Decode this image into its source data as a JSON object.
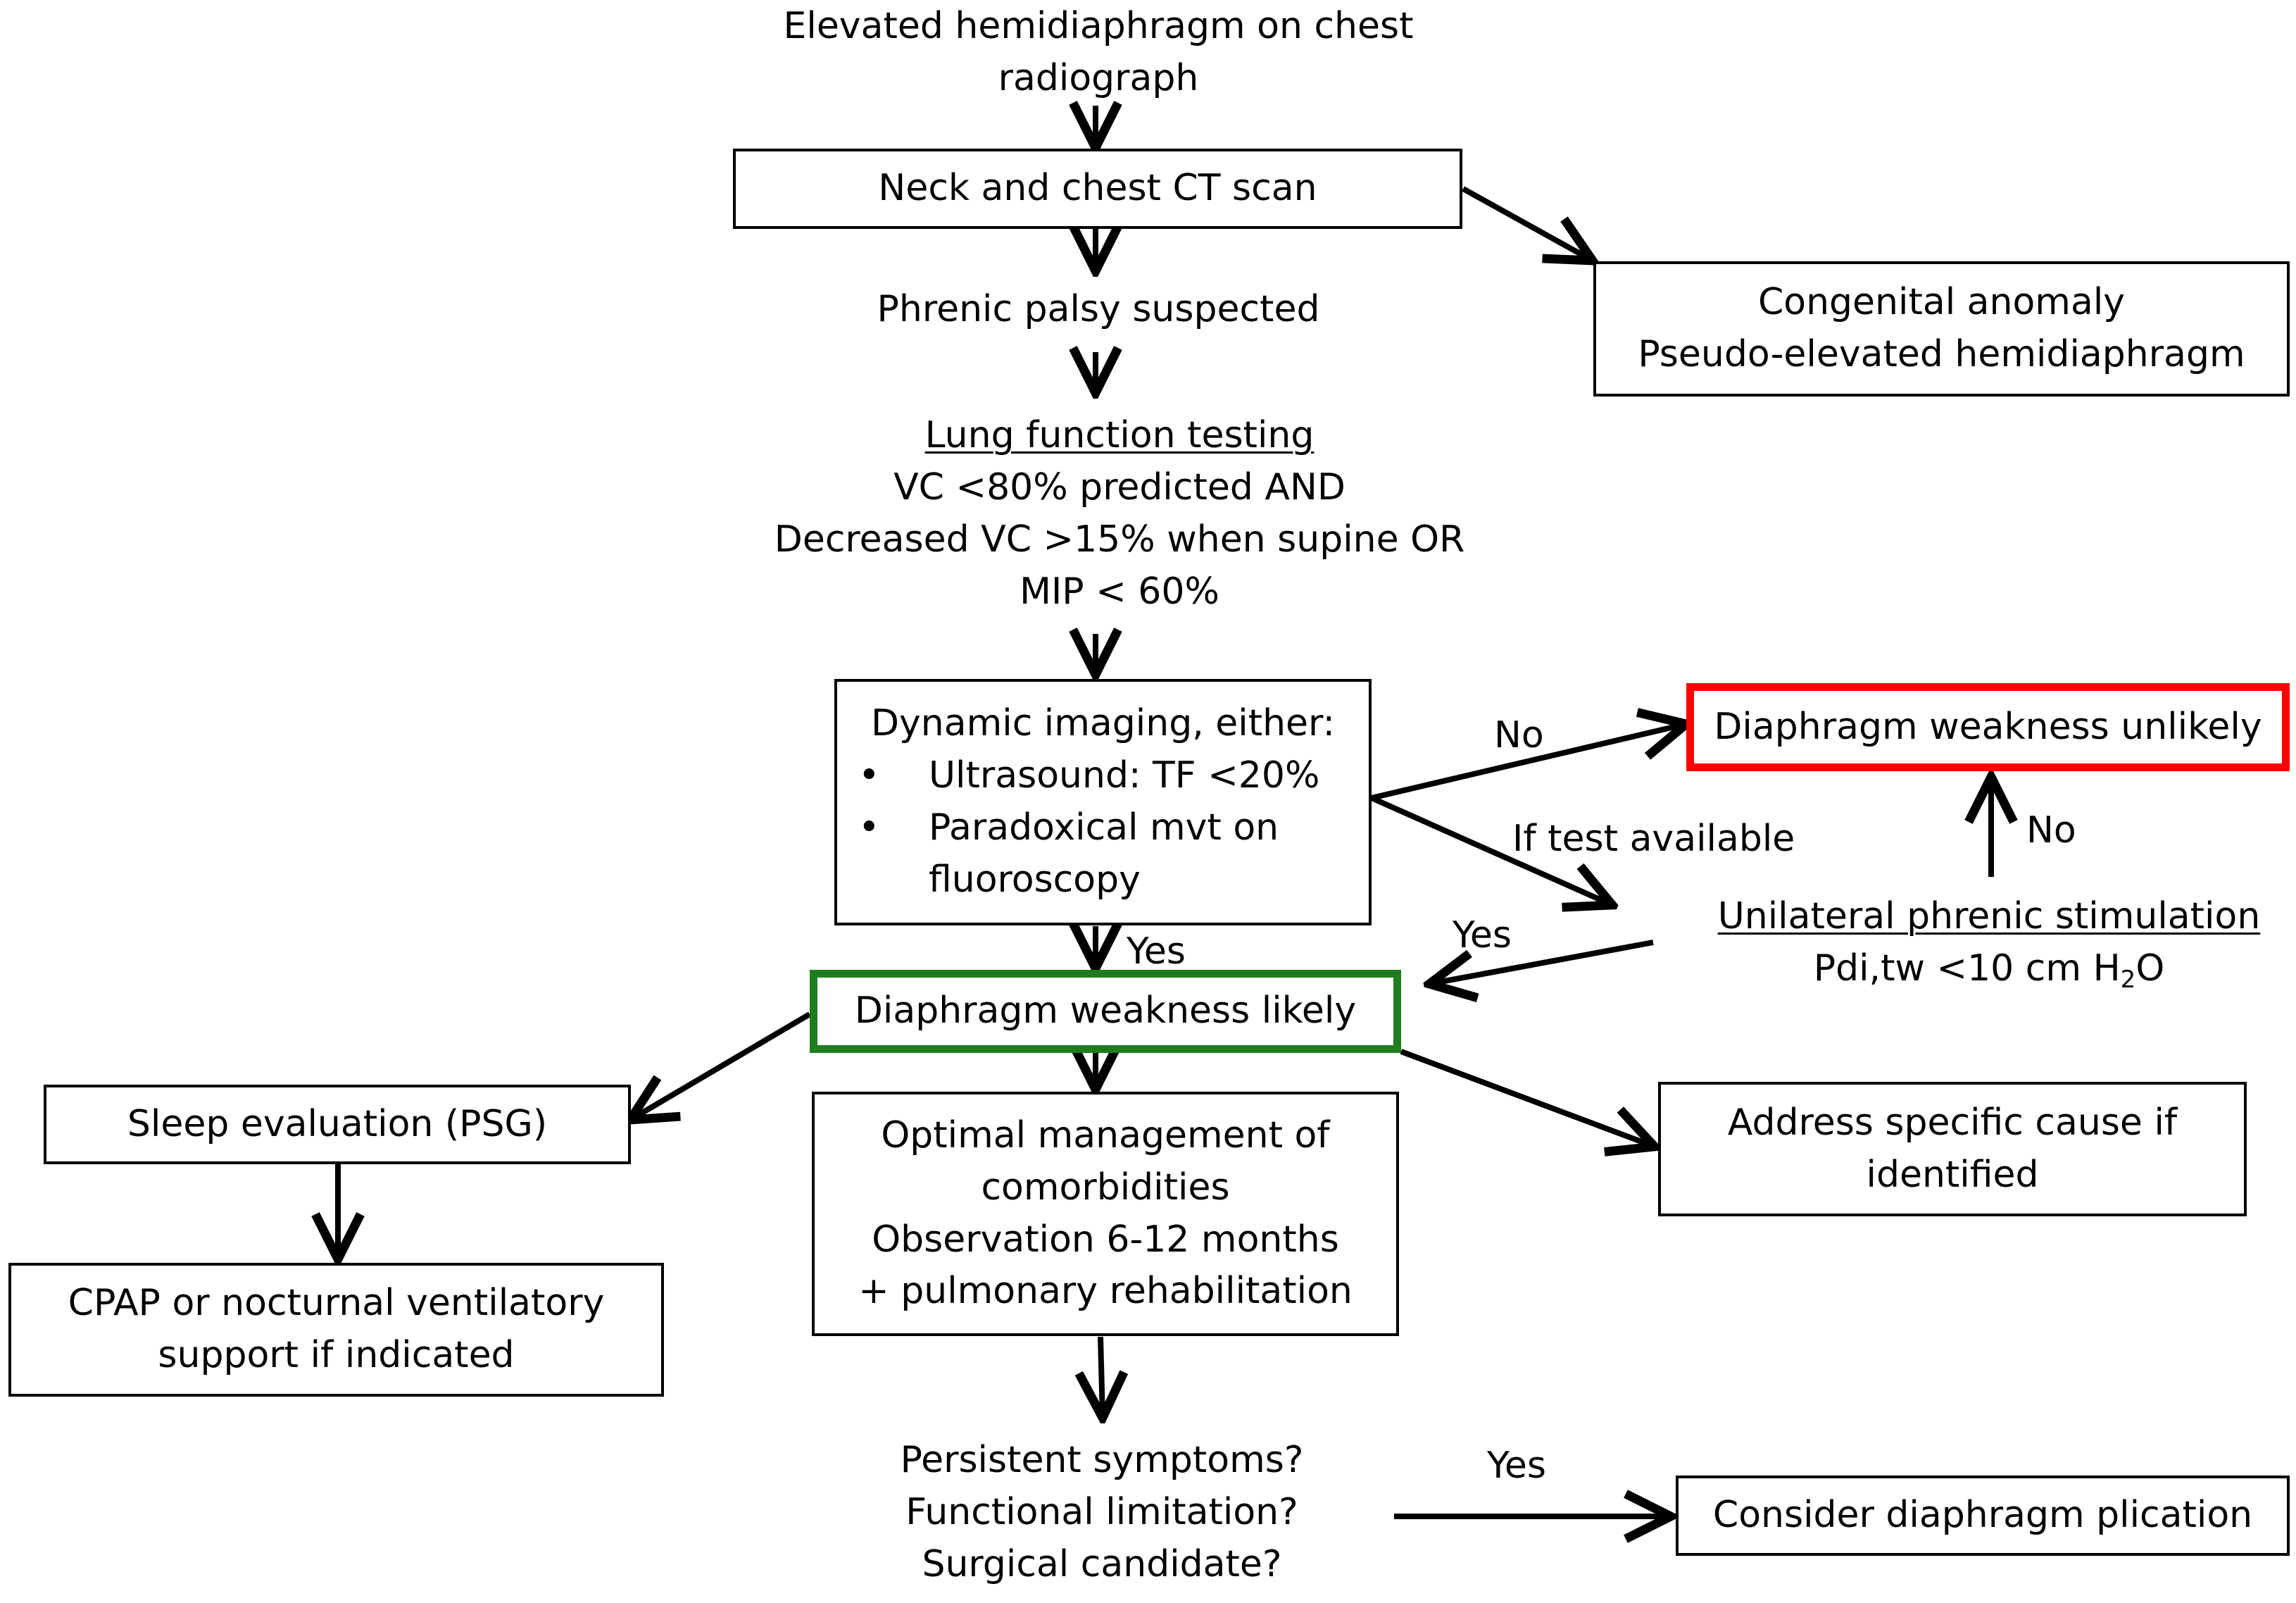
{
  "nodes": {
    "start": [
      "Elevated hemidiaphragm on chest",
      "radiograph"
    ],
    "ct_scan": "Neck and chest CT scan",
    "congenital": [
      "Congenital anomaly",
      "Pseudo-elevated hemidiaphragm"
    ],
    "phrenic_suspected": "Phrenic palsy suspected",
    "lung_function": {
      "title": "Lung function testing",
      "lines": [
        "VC <80% predicted AND",
        "Decreased VC >15% when supine OR",
        "MIP < 60%"
      ]
    },
    "dynamic_imaging": {
      "title": "Dynamic imaging, either:",
      "bullet_glyph": "•",
      "bullets": [
        "Ultrasound: TF <20%",
        "Paradoxical mvt on fluoroscopy"
      ]
    },
    "weakness_unlikely": "Diaphragm weakness unlikely",
    "phrenic_stim": {
      "title": "Unilateral phrenic stimulation",
      "measure_prefix": "Pdi,tw <10 cm H",
      "measure_sub": "2",
      "measure_suffix": "O"
    },
    "weakness_likely": "Diaphragm weakness likely",
    "sleep_eval": "Sleep evaluation (PSG)",
    "cpap": [
      "CPAP or nocturnal ventilatory",
      "support if indicated"
    ],
    "management": [
      "Optimal management of",
      "comorbidities",
      "Observation 6-12 months",
      "+ pulmonary rehabilitation"
    ],
    "address_cause": [
      "Address specific cause if",
      "identified"
    ],
    "persistent": [
      "Persistent symptoms?",
      "Functional limitation?",
      "Surgical candidate?"
    ],
    "plication": "Consider diaphragm plication"
  },
  "edge_labels": {
    "no_to_unlikely": "No",
    "if_test_available": "If test available",
    "no_from_stim": "No",
    "yes_from_imaging": "Yes",
    "yes_from_stim": "Yes",
    "yes_to_plication": "Yes"
  },
  "colors": {
    "line": "#000000",
    "unlikely_border": "#ff0000",
    "likely_border": "#1e7d1e"
  }
}
